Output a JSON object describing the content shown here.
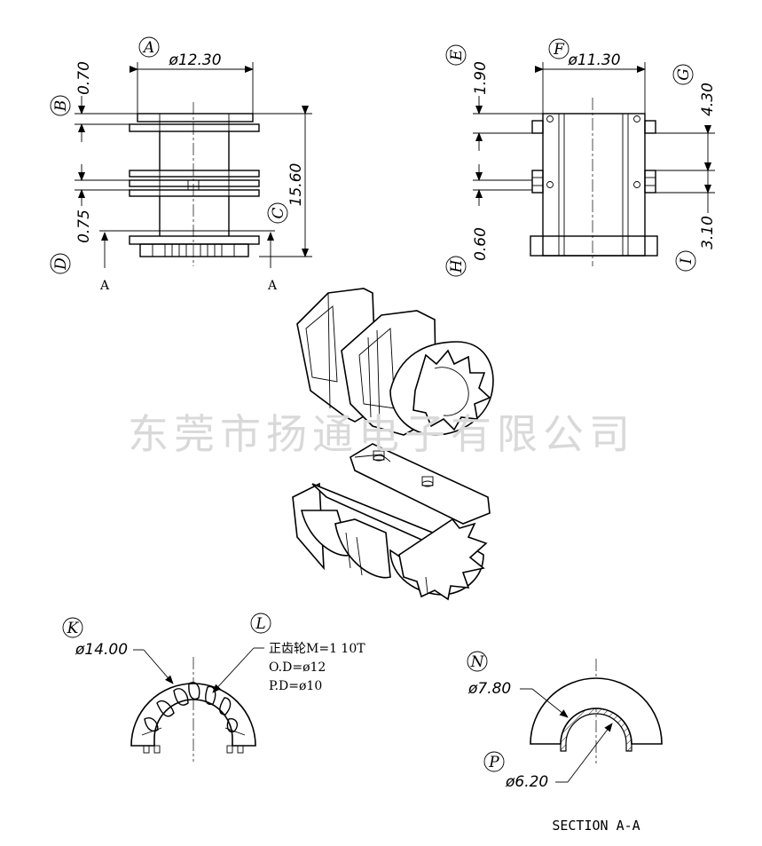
{
  "watermark": "东莞市扬通电子有限公司",
  "front_view": {
    "labels": {
      "a": "A",
      "b": "B",
      "c": "C",
      "d": "D"
    },
    "dims": {
      "width": "ø12.30",
      "top_flange": "0.70",
      "height": "15.60",
      "bottom_flange": "0.75"
    },
    "section_marks": {
      "left": "A",
      "right": "A"
    }
  },
  "side_view": {
    "labels": {
      "e": "E",
      "f": "F",
      "g": "G",
      "h": "H",
      "i": "I"
    },
    "dims": {
      "width": "ø11.30",
      "top": "1.90",
      "upper_gap": "4.30",
      "bottom": "0.60",
      "lower_gap": "3.10"
    }
  },
  "gear_view": {
    "labels": {
      "k": "K",
      "l": "L"
    },
    "dims": {
      "outer": "ø14.00"
    },
    "gear_notes": [
      "正齿轮M=1 10T",
      "O.D=ø12",
      "P.D=ø10"
    ]
  },
  "section_view": {
    "labels": {
      "n": "N",
      "p": "P"
    },
    "dims": {
      "outer": "ø7.80",
      "inner": "ø6.20"
    },
    "caption": "SECTION   A-A"
  }
}
